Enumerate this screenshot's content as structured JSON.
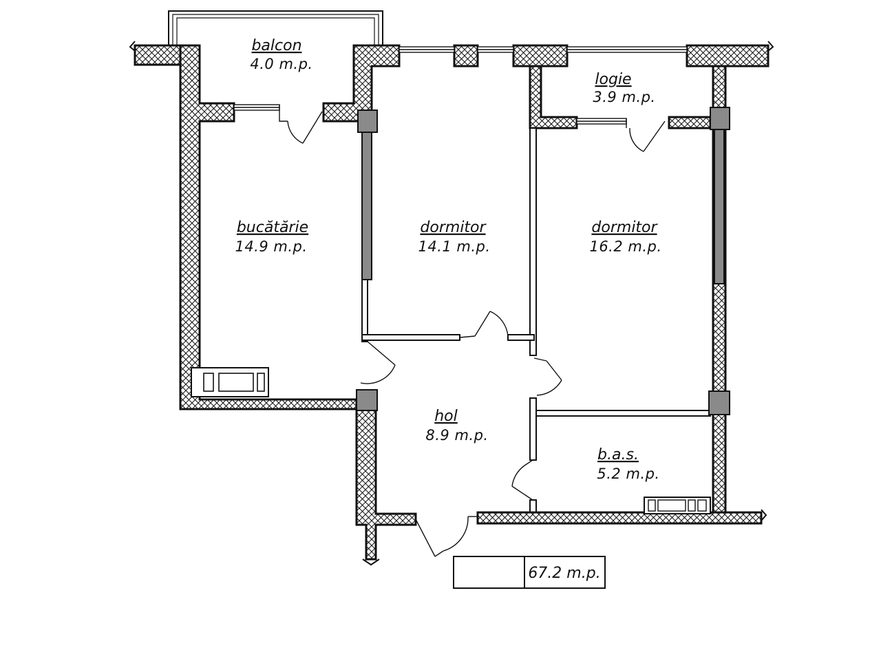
{
  "rooms": [
    {
      "id": "balcon",
      "name": "balcon",
      "area": "4.0 m.p."
    },
    {
      "id": "logie",
      "name": "logie",
      "area": "3.9 m.p."
    },
    {
      "id": "bucatarie",
      "name": "bucătărie",
      "area": "14.9 m.p."
    },
    {
      "id": "dormitor1",
      "name": "dormitor",
      "area": "14.1 m.p."
    },
    {
      "id": "dormitor2",
      "name": "dormitor",
      "area": "16.2 m.p."
    },
    {
      "id": "hol",
      "name": "hol",
      "area": "8.9 m.p."
    },
    {
      "id": "bas",
      "name": "b.a.s.",
      "area": "5.2 m.p."
    }
  ],
  "total": {
    "label": "",
    "area": "67.2 m.p."
  }
}
